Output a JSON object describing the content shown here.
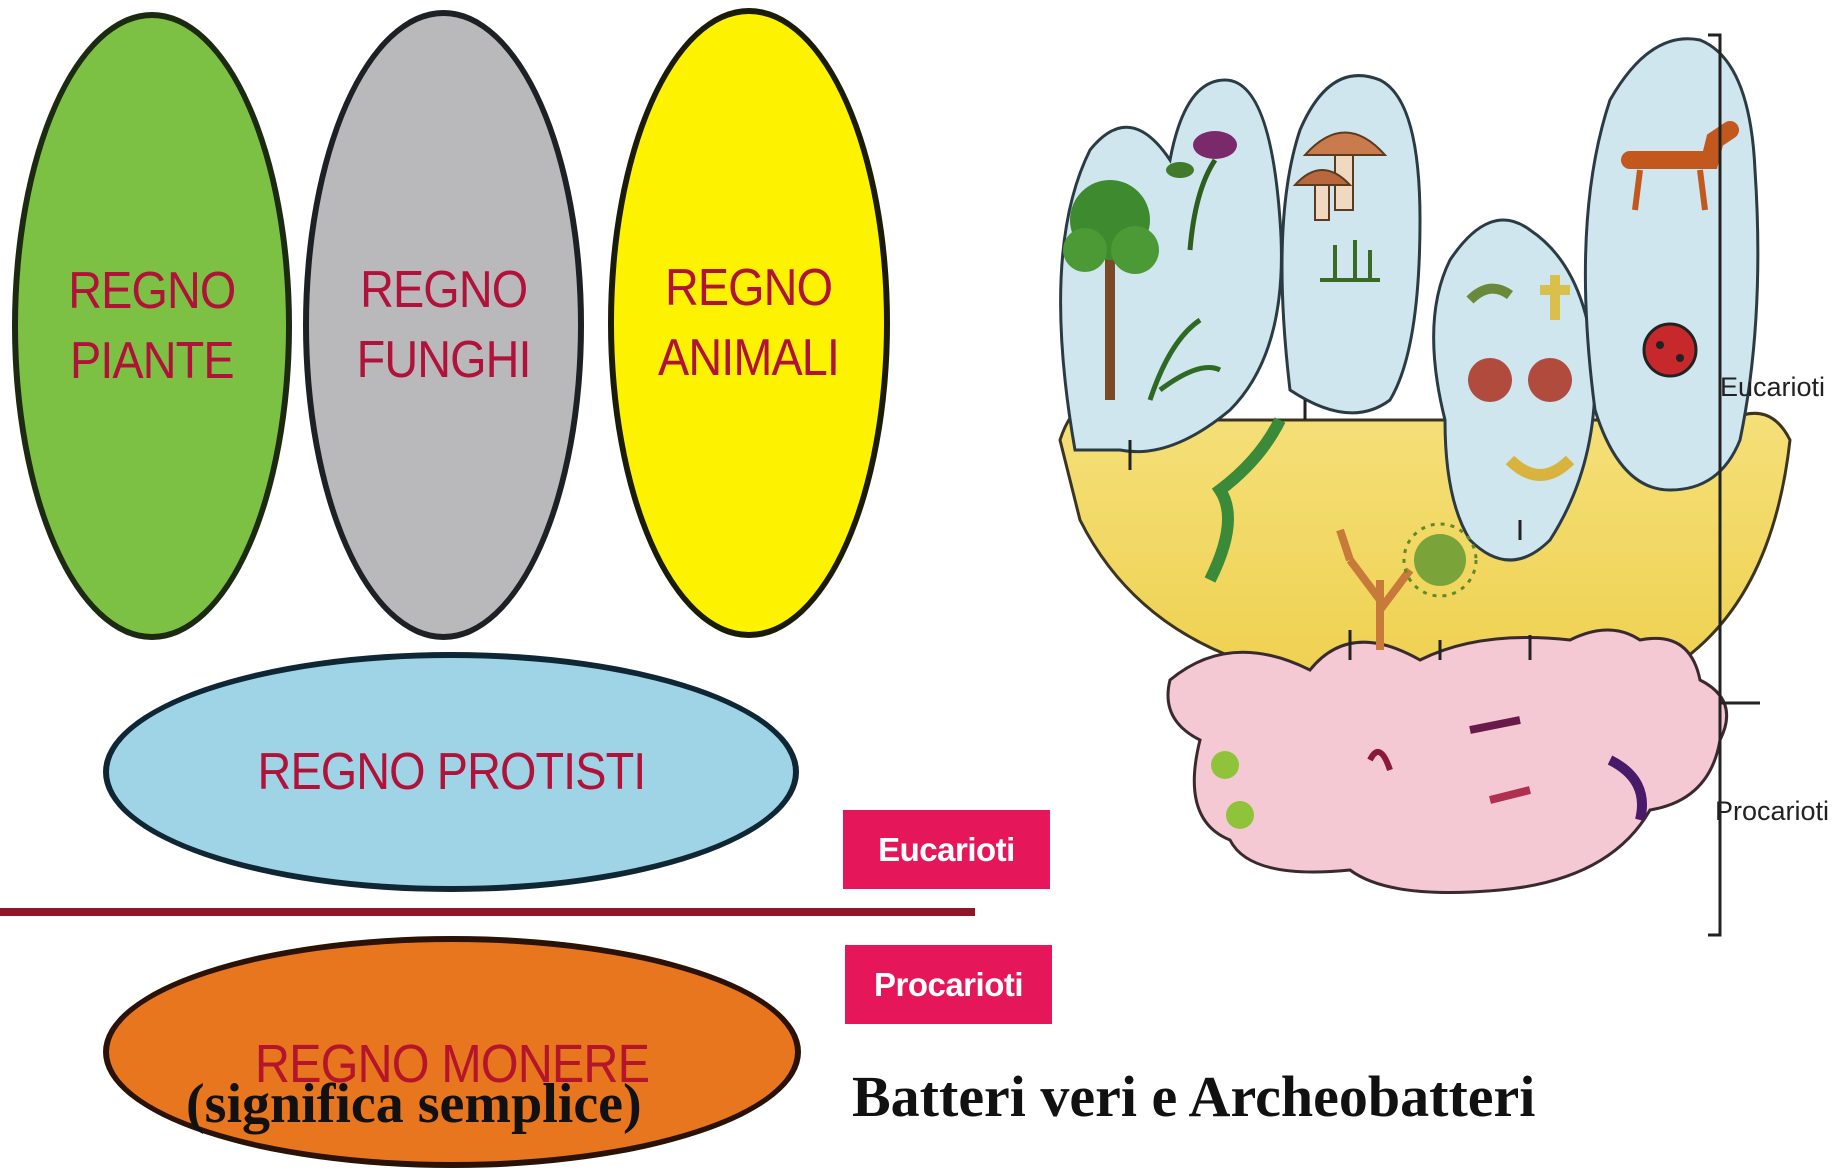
{
  "left_diagram": {
    "kingdoms": {
      "piante": "REGNO\nPIANTE",
      "funghi": "REGNO\nFUNGHI",
      "animali": "REGNO\nANIMALI",
      "protisti": "REGNO PROTISTI",
      "monere": "REGNO MONERE"
    },
    "tags": {
      "eucarioti": "Eucarioti",
      "procarioti": "Procarioti"
    },
    "note": "(significa semplice)",
    "colors": {
      "piante": "#7cc143",
      "funghi": "#b9b9bb",
      "animali": "#fdf200",
      "protisti": "#9fd3e6",
      "monere": "#e7761f",
      "tag": "#e5175a",
      "divider": "#8e1627"
    }
  },
  "right_diagram": {
    "bracket_labels": {
      "upper": "Eucarioti",
      "lower": "Procarioti"
    },
    "caption": "Batteri veri e Archeobatteri",
    "colors": {
      "lobes": "#cfe6ee",
      "middle": "#f3dc63",
      "base": "#f5c9d3"
    }
  }
}
